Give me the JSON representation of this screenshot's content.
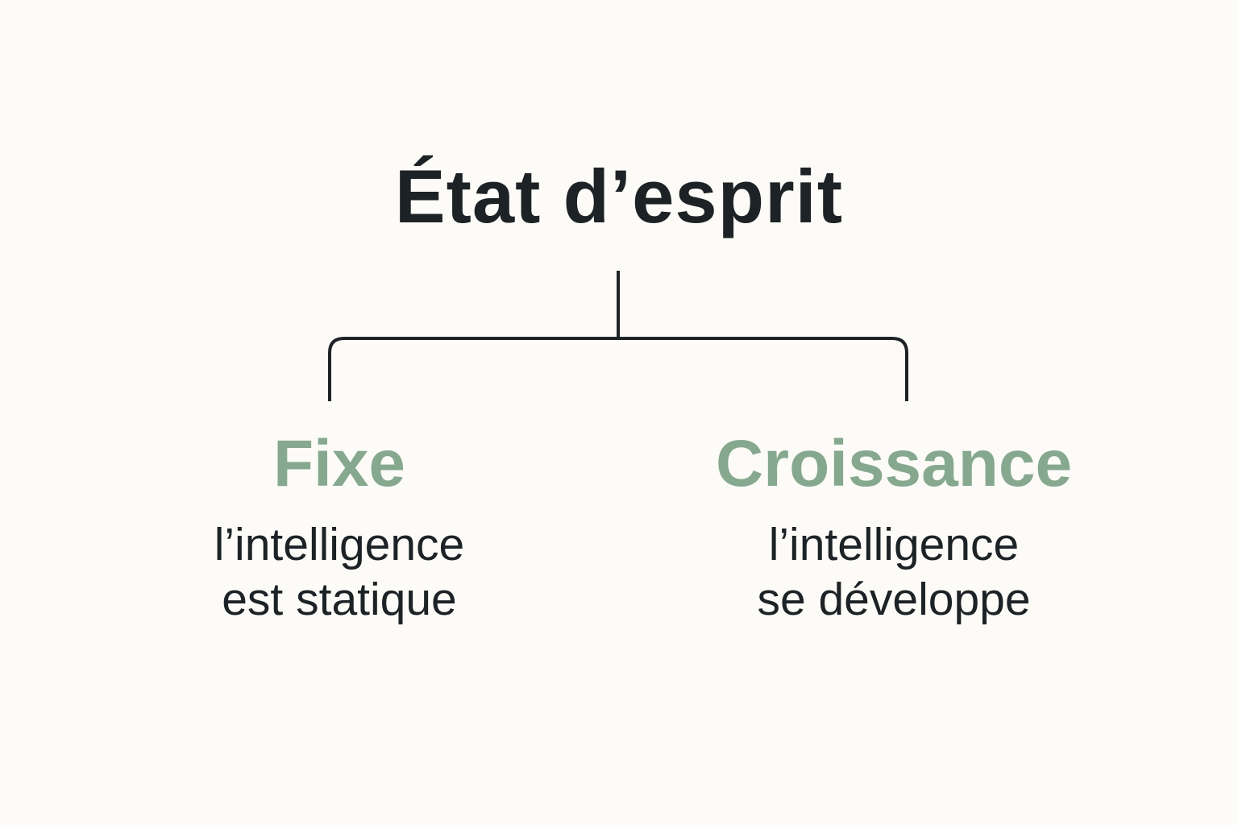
{
  "title": "État d’esprit",
  "branches": [
    {
      "label": "Fixe",
      "description_lines": [
        "l’intelligence",
        "est statique"
      ]
    },
    {
      "label": "Croissance",
      "description_lines": [
        "l’intelligence",
        "se développe"
      ]
    }
  ],
  "colors": {
    "background": "#fcfbf7",
    "title": "#1d2226",
    "connector": "#1d2226",
    "branch_label": "#86a88f",
    "description": "#1d2226"
  }
}
